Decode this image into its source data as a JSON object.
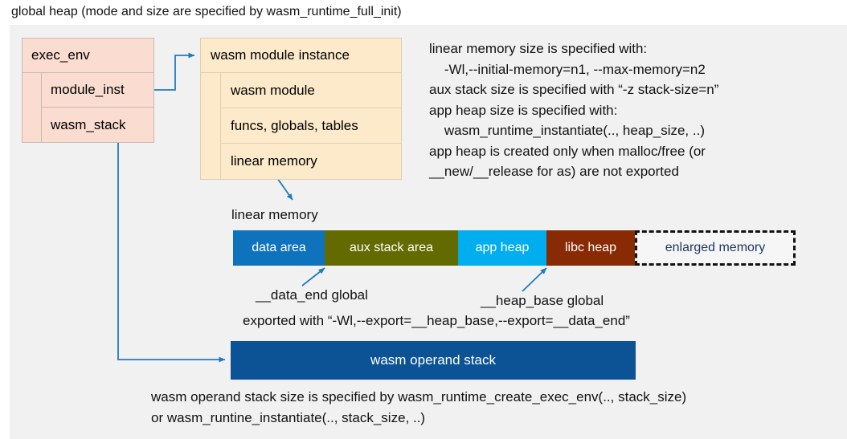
{
  "title": "global heap (mode and size are specified by wasm_runtime_full_init)",
  "exec_env": {
    "header": "exec_env",
    "fields": [
      {
        "label": "module_inst"
      },
      {
        "label": "wasm_stack"
      }
    ]
  },
  "wasm_module_instance": {
    "header": "wasm module instance",
    "fields": [
      {
        "label": "wasm module"
      },
      {
        "label": "funcs, globals, tables"
      },
      {
        "label": "linear memory"
      }
    ]
  },
  "notes": {
    "right": "linear memory size is specified with:\n    -Wl,--initial-memory=n1, --max-memory=n2\naux stack size is specified with “-z stack-size=n”\napp heap size is specified with:\n    wasm_runtime_instantiate(.., heap_size, ..)\napp heap is created only when malloc/free (or\n__new/__release for as) are not exported",
    "bottom": "wasm operand stack size is specified by wasm_runtime_create_exec_env(.., stack_size)\nor wasm_runtine_instantiate(.., stack_size, ..)"
  },
  "linear_memory": {
    "caption": "linear memory",
    "segments": [
      {
        "label": "data area",
        "color": "#0f72bd"
      },
      {
        "label": "aux stack area",
        "color": "#636b00"
      },
      {
        "label": "app heap",
        "color": "#00aeef"
      },
      {
        "label": "libc heap",
        "color": "#882b04"
      },
      {
        "label": "enlarged memory",
        "color": "#f6f6f6"
      }
    ]
  },
  "annotations": {
    "data_end": "__data_end global",
    "heap_base": "__heap_base global",
    "exported": "exported with “-Wl,--export=__heap_base,--export=__data_end”"
  },
  "operand_stack": {
    "label": "wasm operand stack",
    "color": "#0b5394"
  },
  "colors": {
    "panel_bg": "#f1f1f1",
    "exec_env_fill": "#fadcd0",
    "module_inst_fill": "#fdeacb",
    "connector": "#1f7ac4",
    "enlarged_text": "#1f3864"
  }
}
